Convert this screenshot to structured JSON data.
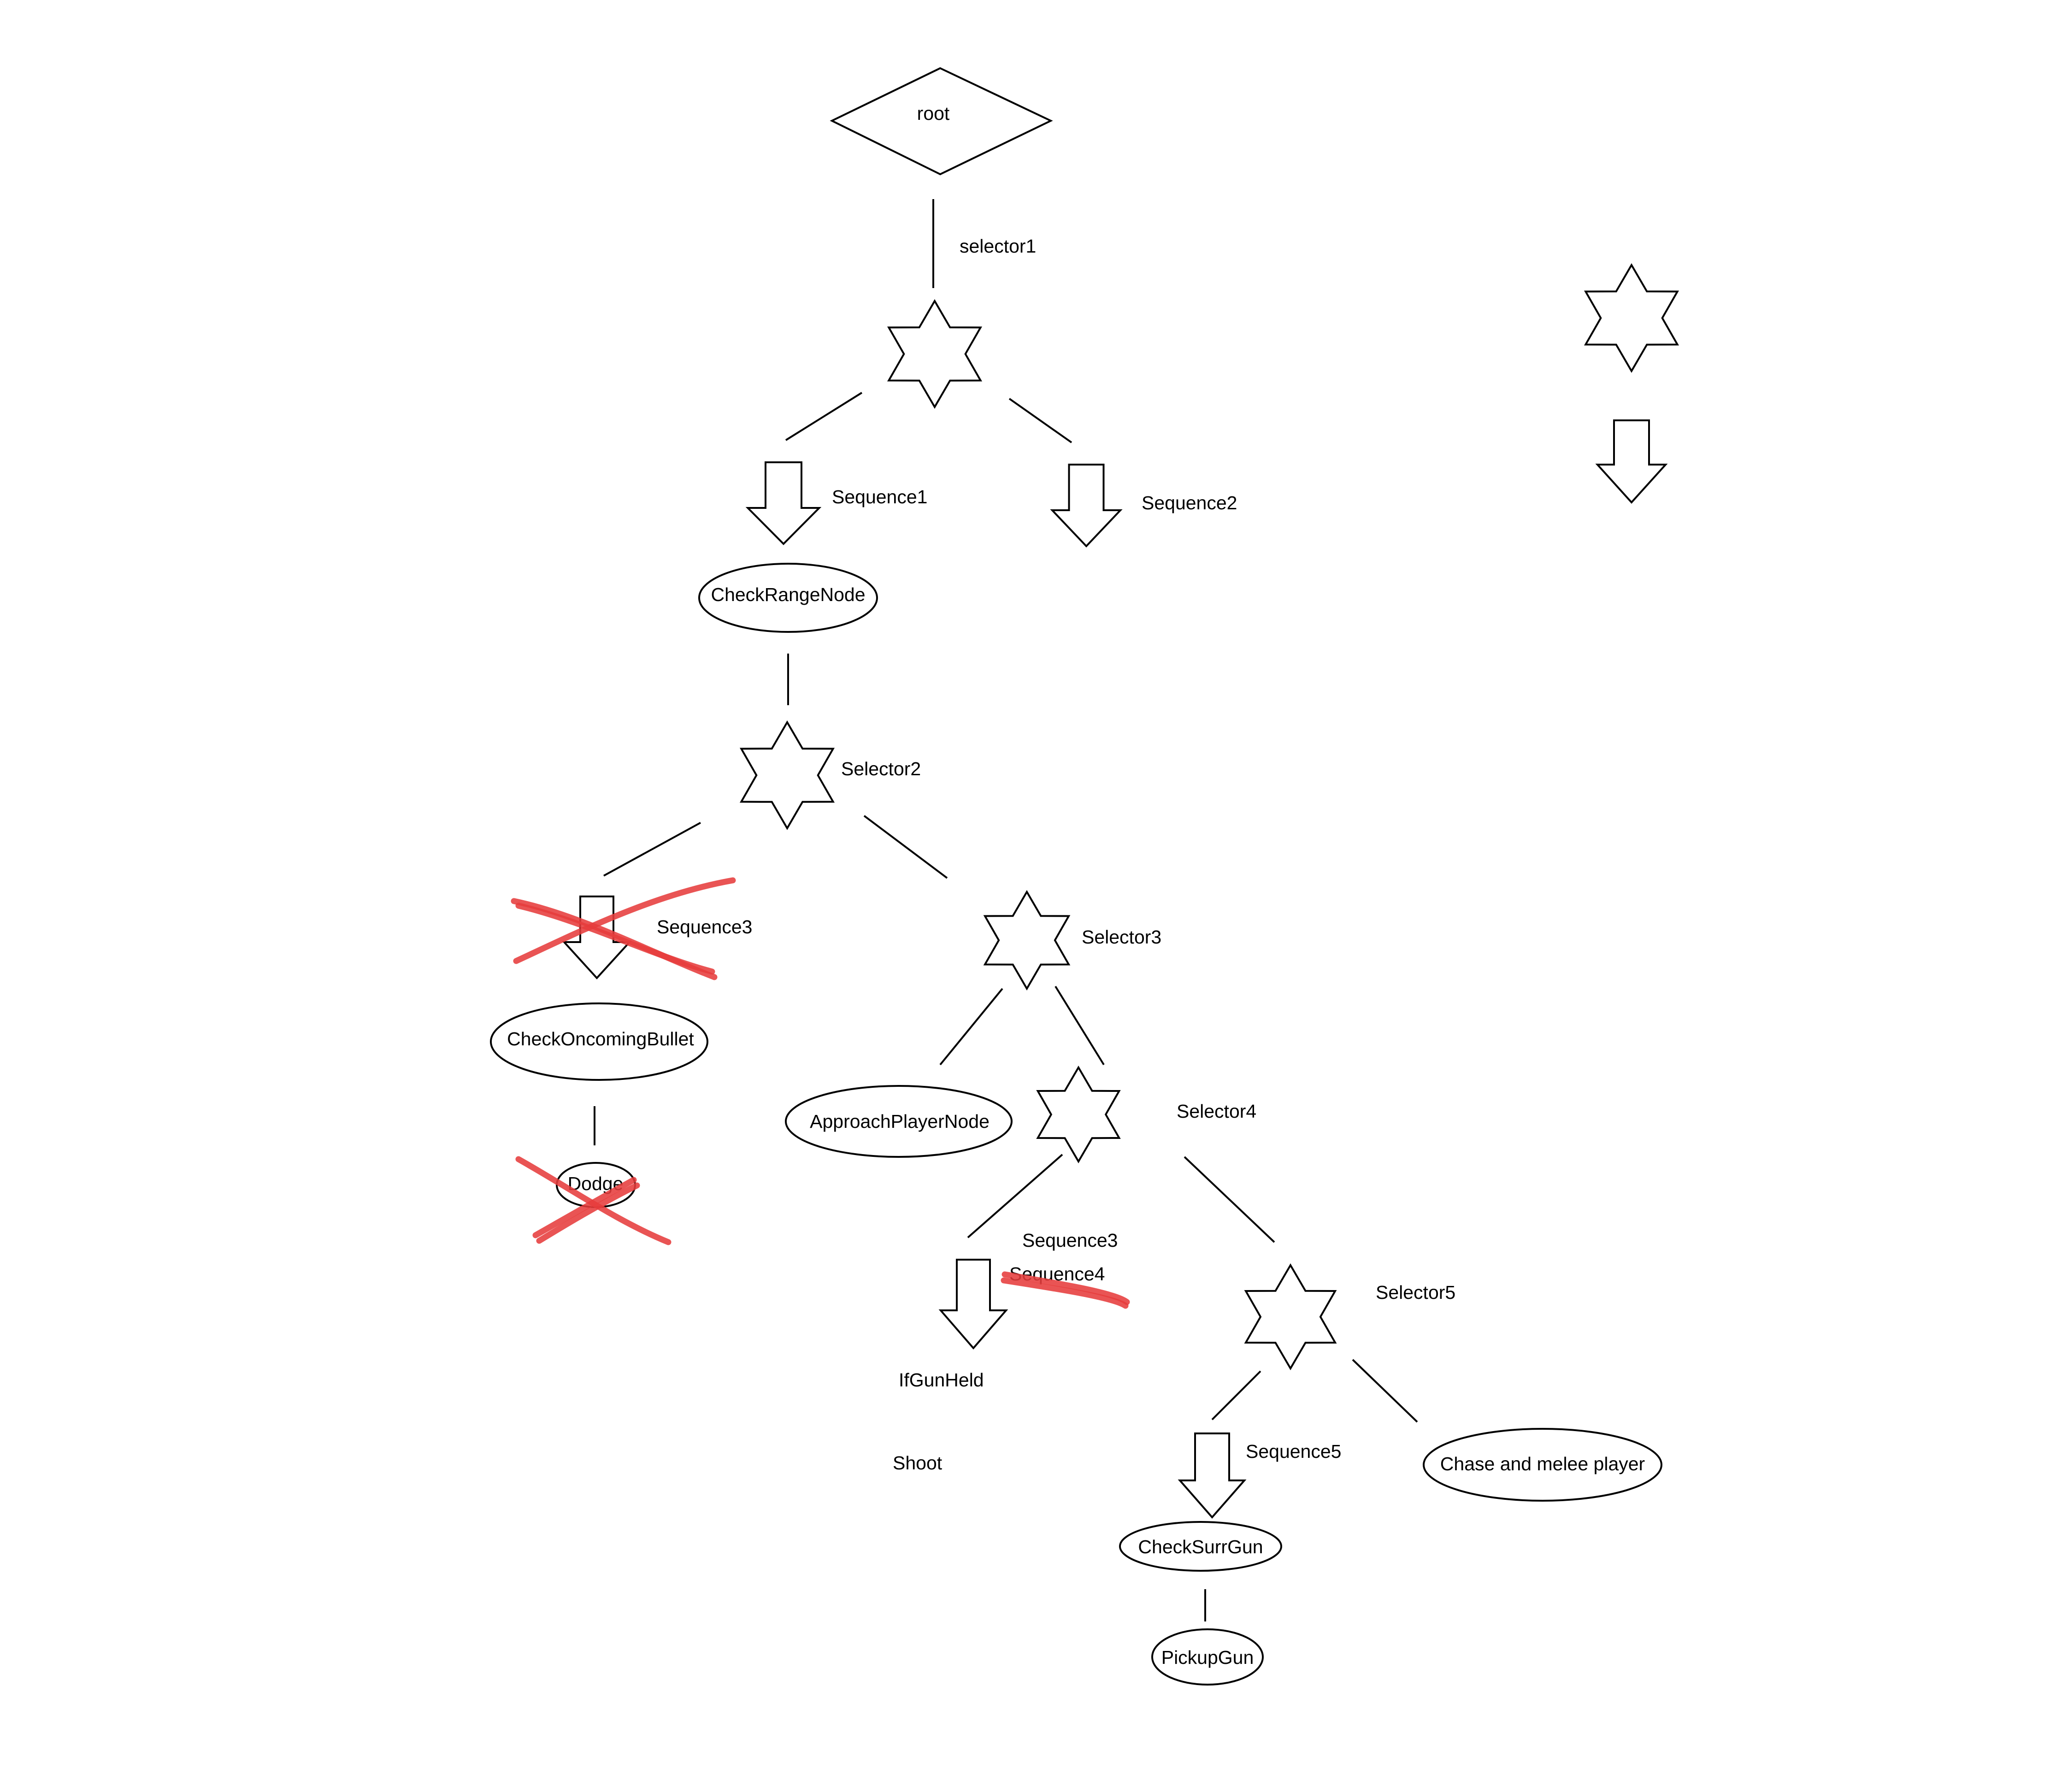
{
  "labels": {
    "root": "root",
    "selector1": "selector1",
    "sequence1": "Sequence1",
    "sequence2": "Sequence2",
    "check_range": "CheckRangeNode",
    "selector2": "Selector2",
    "sequence3_struck": "Sequence3",
    "check_oncoming_bullet": "CheckOncomingBullet",
    "dodge": "Dodge",
    "selector3": "Selector3",
    "approach_player": "ApproachPlayerNode",
    "selector4": "Selector4",
    "sequence3": "Sequence3",
    "sequence4_struck": "Sequence4",
    "if_gun_held": "IfGunHeld",
    "shoot": "Shoot",
    "selector5": "Selector5",
    "sequence5": "Sequence5",
    "check_surr_gun": "CheckSurrGun",
    "pickup_gun": "PickupGun",
    "chase_melee": "Chase and melee player"
  },
  "legend": {
    "selector_shape": "six-point-star",
    "sequence_shape": "down-arrow"
  },
  "colors": {
    "stroke": "#000000",
    "background": "#ffffff",
    "strikethrough": "#e63c3c"
  }
}
